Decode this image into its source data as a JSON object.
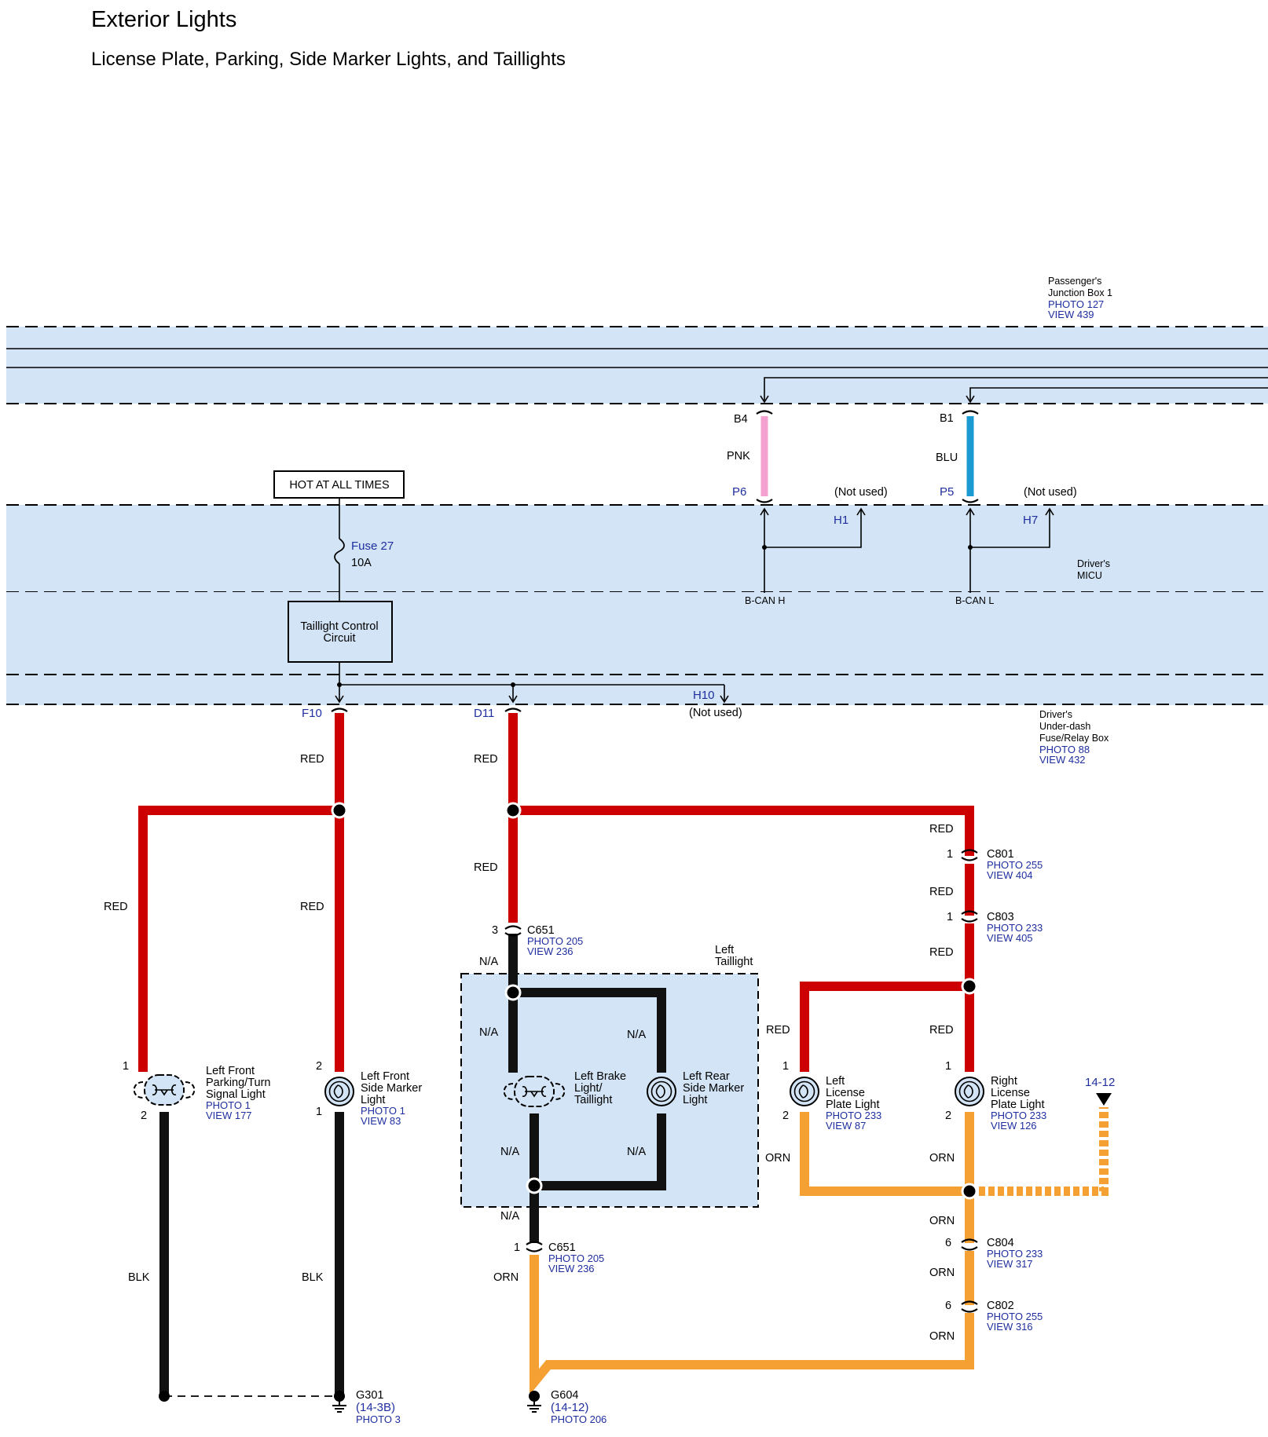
{
  "header": {
    "title": "Exterior Lights",
    "subtitle": "License Plate, Parking, Side Marker Lights, and Taillights"
  },
  "boxes": {
    "passenger_junction": {
      "name1": "Passenger's",
      "name2": "Junction Box 1",
      "photo": "PHOTO 127",
      "view": "VIEW 439"
    },
    "drivers_micu": {
      "name1": "Driver's",
      "name2": "MICU"
    },
    "under_dash": {
      "name1": "Driver's",
      "name2": "Under-dash",
      "name3": "Fuse/Relay Box",
      "photo": "PHOTO 88",
      "view": "VIEW 432"
    }
  },
  "power": {
    "hot_label": "HOT AT ALL TIMES",
    "fuse_name": "Fuse 27",
    "fuse_rating": "10A",
    "circuit_line1": "Taillight Control",
    "circuit_line2": "Circuit"
  },
  "can": {
    "b4": "B4",
    "pnk": "PNK",
    "p6": "P6",
    "h1": "H1",
    "not_used_1": "(Not used)",
    "bcan_h": "B-CAN H",
    "b1": "B1",
    "blu": "BLU",
    "p5": "P5",
    "h7": "H7",
    "not_used_2": "(Not used)",
    "bcan_l": "B-CAN L"
  },
  "terminals": {
    "f10": "F10",
    "d11": "D11",
    "h10": "H10",
    "h10_not_used": "(Not used)"
  },
  "wire_labels": {
    "red": "RED",
    "blk": "BLK",
    "orn": "ORN",
    "na": "N/A"
  },
  "connectors": {
    "c651_top": {
      "name": "C651",
      "pin": "3",
      "photo": "PHOTO 205",
      "view": "VIEW 236"
    },
    "c651_bot": {
      "name": "C651",
      "pin": "1",
      "photo": "PHOTO 205",
      "view": "VIEW 236"
    },
    "c801": {
      "name": "C801",
      "pin": "1",
      "photo": "PHOTO 255",
      "view": "VIEW 404"
    },
    "c803": {
      "name": "C803",
      "pin": "1",
      "photo": "PHOTO 233",
      "view": "VIEW 405"
    },
    "c804": {
      "name": "C804",
      "pin": "6",
      "photo": "PHOTO 233",
      "view": "VIEW 317"
    },
    "c802": {
      "name": "C802",
      "pin": "6",
      "photo": "PHOTO 255",
      "view": "VIEW 316"
    }
  },
  "lights": {
    "lf_parking": {
      "l1": "Left Front",
      "l2": "Parking/Turn",
      "l3": "Signal Light",
      "photo": "PHOTO 1",
      "view": "VIEW 177",
      "pin_top": "1",
      "pin_bot": "2"
    },
    "lf_side": {
      "l1": "Left Front",
      "l2": "Side Marker",
      "l3": "Light",
      "photo": "PHOTO 1",
      "view": "VIEW 83",
      "pin_top": "2",
      "pin_bot": "1"
    },
    "left_taillight": {
      "l1": "Left",
      "l2": "Taillight"
    },
    "brake": {
      "l1": "Left Brake",
      "l2": "Light/",
      "l3": "Taillight"
    },
    "rear_side": {
      "l1": "Left Rear",
      "l2": "Side Marker",
      "l3": "Light"
    },
    "left_license": {
      "l1": "Left",
      "l2": "License",
      "l3": "Plate Light",
      "photo": "PHOTO 233",
      "view": "VIEW 87",
      "pin_top": "1",
      "pin_bot": "2"
    },
    "right_license": {
      "l1": "Right",
      "l2": "License",
      "l3": "Plate Light",
      "photo": "PHOTO 233",
      "view": "VIEW 126",
      "pin_top": "1",
      "pin_bot": "2"
    }
  },
  "grounds": {
    "g301": {
      "name": "G301",
      "ref": "(14-3B)",
      "photo": "PHOTO 3"
    },
    "g604": {
      "name": "G604",
      "ref": "(14-12)",
      "photo": "PHOTO 206"
    }
  },
  "page_ref": "14-12",
  "colors": {
    "red": "#cc0000",
    "black": "#111111",
    "orange": "#f5a033",
    "pink": "#f4a0d0",
    "blue": "#1a9ad0",
    "box_fill": "#d2e4f5",
    "link": "#1f2f9f"
  }
}
